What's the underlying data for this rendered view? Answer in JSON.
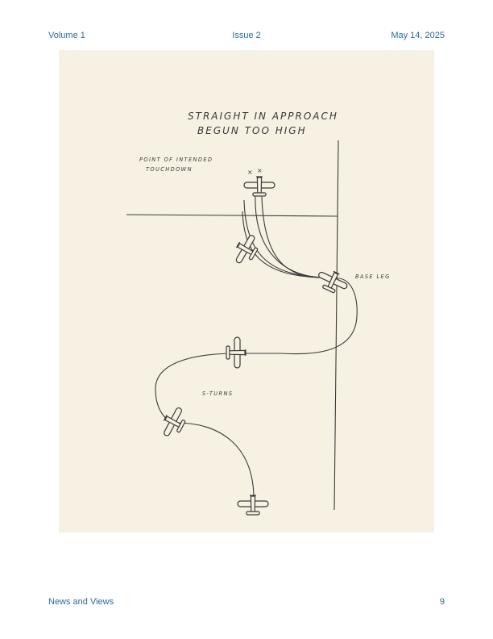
{
  "header": {
    "left": "Volume 1",
    "center": "Issue 2",
    "right": "May 14, 2025"
  },
  "footer": {
    "left": "News and Views",
    "right": "9"
  },
  "figure": {
    "title_line1": "STRAIGHT IN APPROACH",
    "title_line2": "BEGUN TOO HIGH",
    "touchdown_line1": "POINT OF INTENDED",
    "touchdown_line2": "TOUCHDOWN",
    "base_leg": "BASE LEG",
    "s_turns": "S-TURNS",
    "marker": "×",
    "colors": {
      "paper": "#f6f1e3",
      "ink": "#3a3a38",
      "header_text": "#2a6aa8"
    },
    "icons": [
      "airplane-icon"
    ]
  }
}
